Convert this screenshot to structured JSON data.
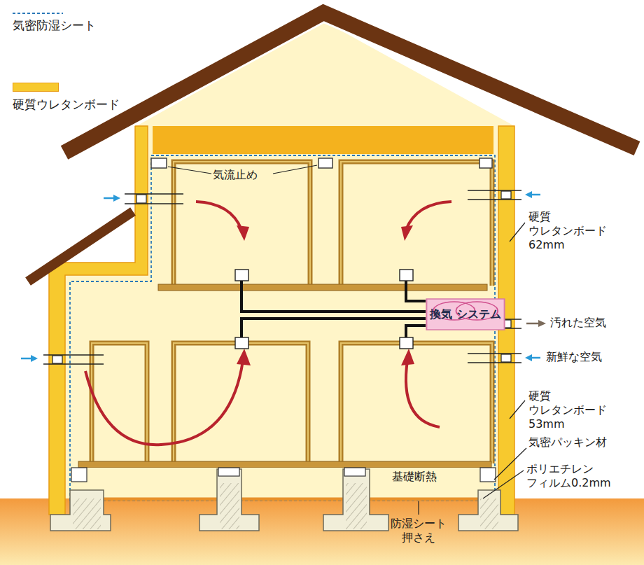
{
  "diagram": {
    "nodes": [
      {
        "text": [
          "換気 システム"
        ]
      }
    ],
    "labels": [
      "気流止め",
      "硬質 ウレタンボード 62mm",
      "汚れた空気",
      "新鮮な空気",
      "硬質 ウレタンボード 53mm",
      "気密パッキン材",
      "基礎断熱",
      "ポリエチレン フィルム0.2mm",
      "防湿シート 押さえ"
    ],
    "legend": [
      {
        "text": "気密防湿シート"
      },
      {
        "text": "硬質ウレタンボード",
        "color": "#f7c92e"
      }
    ]
  }
}
